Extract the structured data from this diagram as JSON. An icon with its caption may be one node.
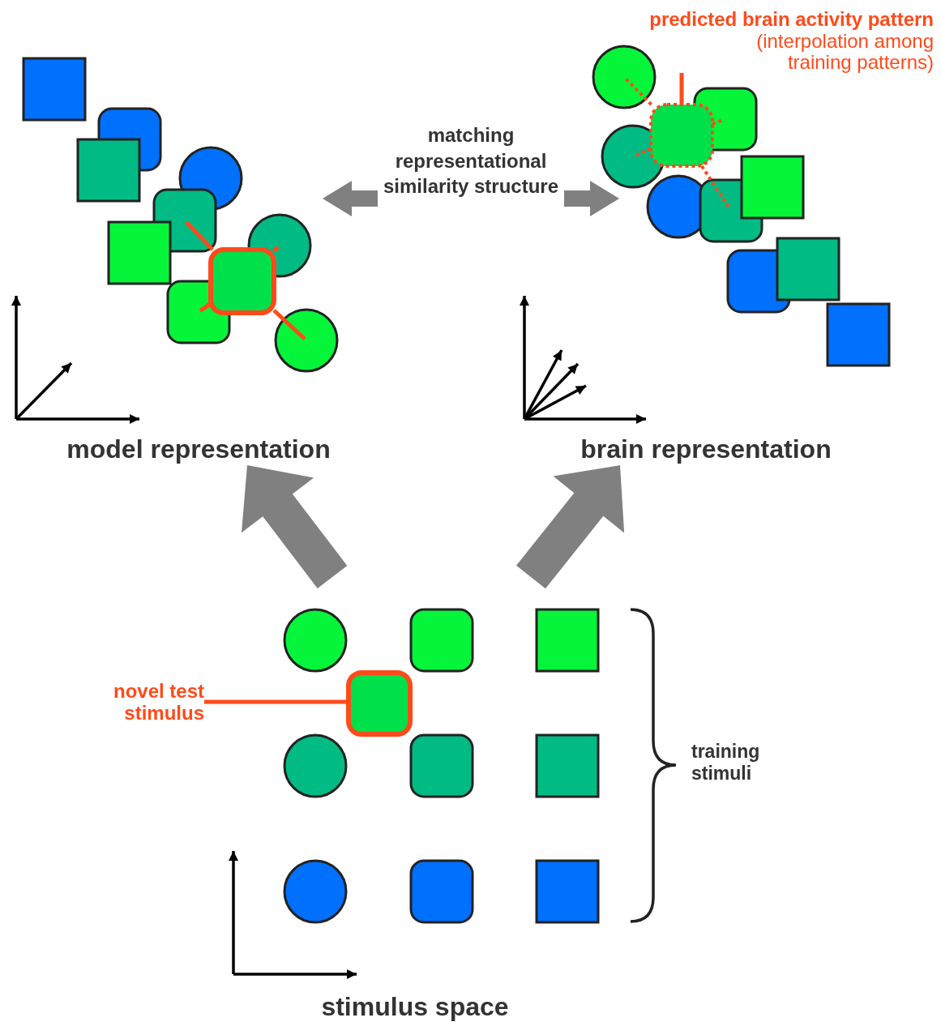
{
  "diagram": {
    "nodes": [
      {
        "text": [
          "model representation"
        ]
      },
      {
        "text": [
          "brain representation"
        ]
      },
      {
        "text": [
          "matching representational similarity structure"
        ]
      },
      {
        "text": [
          "novel test stimulus"
        ]
      },
      {
        "text": [],
        "shape": "box"
      },
      {
        "text": [
          "predicted brain activity pattern",
          "(interpolation among training patterns)"
        ]
      },
      {
        "text": [],
        "shape": "box"
      },
      {
        "text": [],
        "shape": "box"
      },
      {
        "text": [],
        "shape": "box"
      },
      {
        "text": [],
        "shape": "circle"
      },
      {
        "text": [],
        "shape": "box"
      },
      {
        "text": [],
        "shape": "circle"
      },
      {
        "text": [],
        "shape": "circle"
      },
      {
        "text": [],
        "shape": "box"
      },
      {
        "text": [],
        "shape": "circle"
      },
      {
        "text": [],
        "shape": "box"
      }
    ],
    "edges": [
      {
        "from": null,
        "to": 0,
        "arrow": "to",
        "style": "thick"
      },
      {
        "from": null,
        "to": 1,
        "arrow": "to",
        "style": "thick"
      },
      {
        "from": 2,
        "to": null,
        "arrow": "to",
        "style": "thick"
      },
      {
        "from": 2,
        "to": null,
        "arrow": "to",
        "style": "thick"
      },
      {
        "from": 3,
        "to": 4,
        "arrow": "none",
        "color": "#ff4a1a"
      },
      {
        "from": 5,
        "to": 6,
        "arrow": "none",
        "color": "#ff4a1a"
      },
      {
        "from": 7,
        "to": 8,
        "arrow": "none",
        "color": "#ff4a1a"
      },
      {
        "from": 7,
        "to": 11,
        "arrow": "none",
        "color": "#ff4a1a"
      },
      {
        "from": 7,
        "to": 9,
        "arrow": "none",
        "color": "#ff4a1a"
      },
      {
        "from": 7,
        "to": 10,
        "arrow": "none",
        "color": "#ff4a1a"
      },
      {
        "from": 6,
        "to": 12,
        "arrow": "none",
        "style": "dashed",
        "color": "#ff4a1a"
      },
      {
        "from": 6,
        "to": 13,
        "arrow": "none",
        "style": "dashed",
        "color": "#ff4a1a"
      },
      {
        "from": 6,
        "to": 14,
        "arrow": "none",
        "style": "dashed",
        "color": "#ff4a1a"
      },
      {
        "from": 6,
        "to": 15,
        "arrow": "none",
        "style": "dashed",
        "color": "#ff4a1a"
      }
    ],
    "labels": [
      "training stimuli",
      "stimulus space"
    ]
  }
}
